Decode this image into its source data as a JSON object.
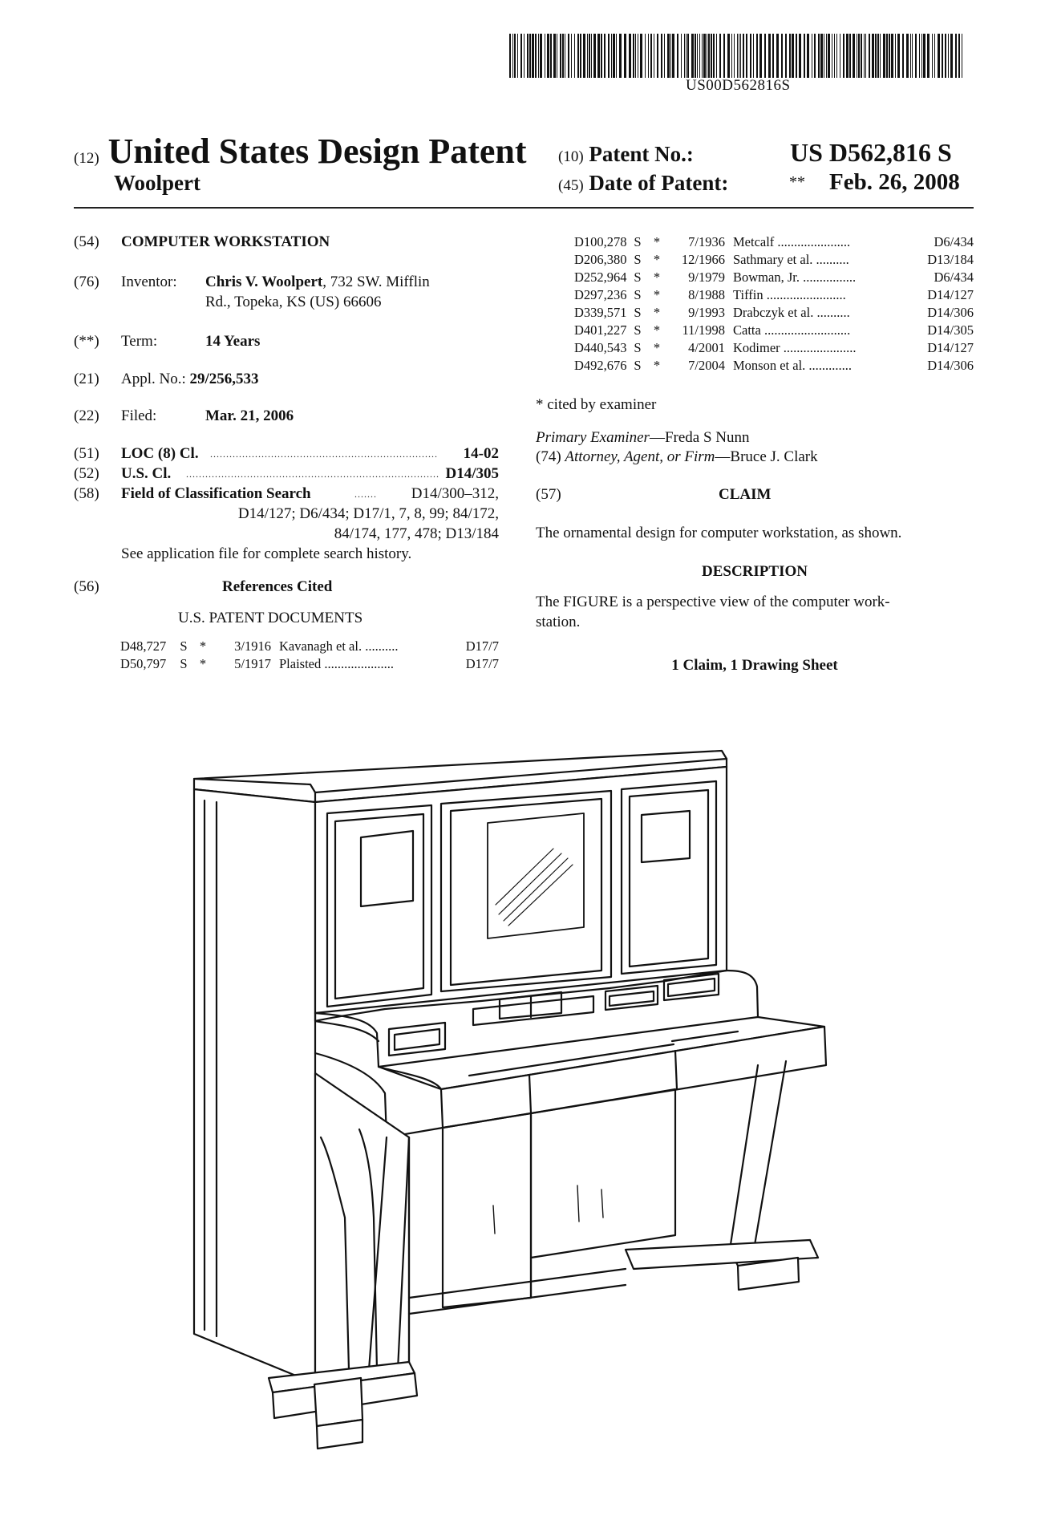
{
  "barcode_text": "US00D562816S",
  "header": {
    "code12": "(12)",
    "title": "United States Design Patent",
    "inventor_surname": "Woolpert",
    "code10": "(10)",
    "patent_no_label": "Patent No.:",
    "patent_no": "US D562,816 S",
    "code45": "(45)",
    "date_label": "Date of Patent:",
    "date_marker": "**",
    "date": "Feb. 26, 2008"
  },
  "left": {
    "f54": {
      "code": "(54)",
      "value": "COMPUTER WORKSTATION"
    },
    "f76": {
      "code": "(76)",
      "label": "Inventor:",
      "name": "Chris V. Woolpert",
      "addr1": ", 732 SW. Mifflin",
      "addr2": "Rd., Topeka, KS (US) 66606"
    },
    "term": {
      "code": "(**)",
      "label": "Term:",
      "value": "14 Years"
    },
    "f21": {
      "code": "(21)",
      "label": "Appl. No.:",
      "value": "29/256,533"
    },
    "f22": {
      "code": "(22)",
      "label": "Filed:",
      "value": "Mar. 21, 2006"
    },
    "f51": {
      "code": "(51)",
      "label": "LOC (8) Cl.",
      "value": "14-02"
    },
    "f52": {
      "code": "(52)",
      "label": "U.S. Cl.",
      "value": "D14/305"
    },
    "f58": {
      "code": "(58)",
      "label": "Field of Classification Search",
      "line1": "D14/300–312,",
      "line2": "D14/127;  D6/434;  D17/1, 7, 8, 99;  84/172,",
      "line3": "84/174, 177, 478;  D13/184",
      "note": "See application file for complete search history."
    },
    "f56": {
      "code": "(56)",
      "label": "References Cited",
      "sub": "U.S. PATENT DOCUMENTS"
    },
    "refs": [
      {
        "num": "D48,727",
        "kind": "S",
        "star": "*",
        "date": "3/1916",
        "name": "Kavanagh et al.",
        "cls": "D17/7"
      },
      {
        "num": "D50,797",
        "kind": "S",
        "star": "*",
        "date": "5/1917",
        "name": "Plaisted",
        "cls": "D17/7"
      }
    ]
  },
  "right": {
    "refs": [
      {
        "num": "D100,278",
        "kind": "S",
        "star": "*",
        "date": "7/1936",
        "name": "Metcalf",
        "cls": "D6/434"
      },
      {
        "num": "D206,380",
        "kind": "S",
        "star": "*",
        "date": "12/1966",
        "name": "Sathmary et al.",
        "cls": "D13/184"
      },
      {
        "num": "D252,964",
        "kind": "S",
        "star": "*",
        "date": "9/1979",
        "name": "Bowman, Jr.",
        "cls": "D6/434"
      },
      {
        "num": "D297,236",
        "kind": "S",
        "star": "*",
        "date": "8/1988",
        "name": "Tiffin",
        "cls": "D14/127"
      },
      {
        "num": "D339,571",
        "kind": "S",
        "star": "*",
        "date": "9/1993",
        "name": "Drabczyk et al.",
        "cls": "D14/306"
      },
      {
        "num": "D401,227",
        "kind": "S",
        "star": "*",
        "date": "11/1998",
        "name": "Catta",
        "cls": "D14/305"
      },
      {
        "num": "D440,543",
        "kind": "S",
        "star": "*",
        "date": "4/2001",
        "name": "Kodimer",
        "cls": "D14/127"
      },
      {
        "num": "D492,676",
        "kind": "S",
        "star": "*",
        "date": "7/2004",
        "name": "Monson et al.",
        "cls": "D14/306"
      }
    ],
    "cited": "* cited by examiner",
    "examiner_label": "Primary Examiner",
    "examiner": "—Freda S Nunn",
    "attorney_code": "(74)",
    "attorney_label": "Attorney, Agent, or Firm",
    "attorney": "—Bruce J. Clark",
    "claim_code": "(57)",
    "claim_heading": "CLAIM",
    "claim_text": "The ornamental design for computer workstation, as shown.",
    "desc_heading": "DESCRIPTION",
    "desc_line1": "The FIGURE is a perspective view of the computer work-",
    "desc_line2": "station.",
    "summary": "1 Claim, 1 Drawing Sheet"
  }
}
